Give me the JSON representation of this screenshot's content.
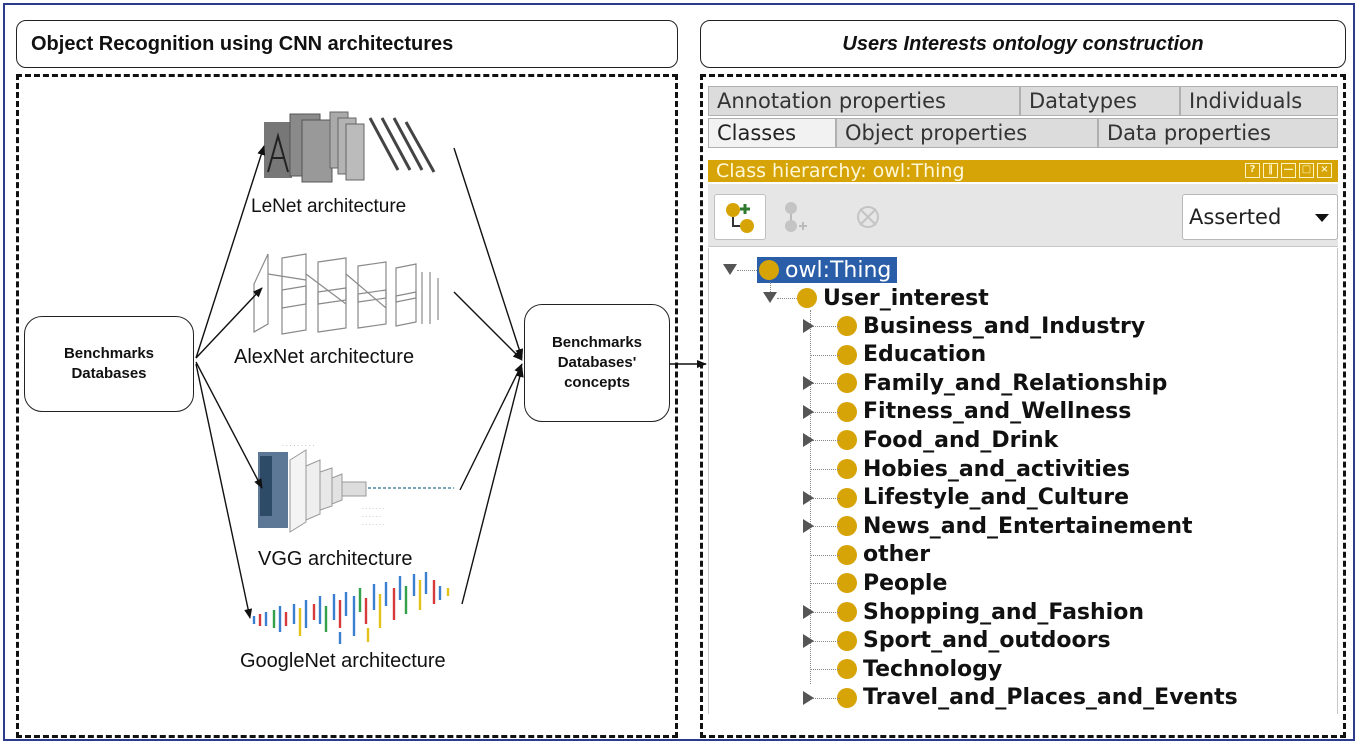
{
  "left_panel": {
    "title": "Object Recognition using CNN architectures",
    "source_node": "Benchmarks Databases",
    "target_node": "Benchmarks Databases' concepts",
    "architectures": [
      "LeNet architecture",
      "AlexNet architecture",
      "VGG architecture",
      "GoogleNet architecture"
    ]
  },
  "right_panel": {
    "title": "Users Interests ontology construction",
    "tabs_row1": [
      "Annotation properties",
      "Datatypes",
      "Individuals"
    ],
    "tabs_row2": [
      "Classes",
      "Object properties",
      "Data properties"
    ],
    "active_tab": "Classes",
    "view_title": "Class hierarchy: owl:Thing",
    "view_mode": "Asserted",
    "tree": {
      "root": "owl:Thing",
      "child": "User_interest",
      "leaves": [
        {
          "label": "Business_and_Industry",
          "expandable": true
        },
        {
          "label": "Education",
          "expandable": false
        },
        {
          "label": "Family_and_Relationship",
          "expandable": true
        },
        {
          "label": "Fitness_and_Wellness",
          "expandable": true
        },
        {
          "label": "Food_and_Drink",
          "expandable": true
        },
        {
          "label": "Hobies_and_activities",
          "expandable": false
        },
        {
          "label": "Lifestyle_and_Culture",
          "expandable": true
        },
        {
          "label": "News_and_Entertainement",
          "expandable": true
        },
        {
          "label": "other",
          "expandable": false
        },
        {
          "label": "People",
          "expandable": false
        },
        {
          "label": "Shopping_and_Fashion",
          "expandable": true
        },
        {
          "label": "Sport_and_outdoors",
          "expandable": true
        },
        {
          "label": "Technology",
          "expandable": false
        },
        {
          "label": "Travel_and_Places_and_Events",
          "expandable": true
        }
      ]
    }
  },
  "colors": {
    "frame": "#2d3b8e",
    "class_ball": "#d6a406",
    "view_title_bar": "#d6a406",
    "selection": "#2a5ea8"
  },
  "icons": [
    "add-subclass-icon",
    "add-sibling-icon",
    "delete-class-icon",
    "dropdown-caret-icon",
    "expand-triangle-icon"
  ]
}
